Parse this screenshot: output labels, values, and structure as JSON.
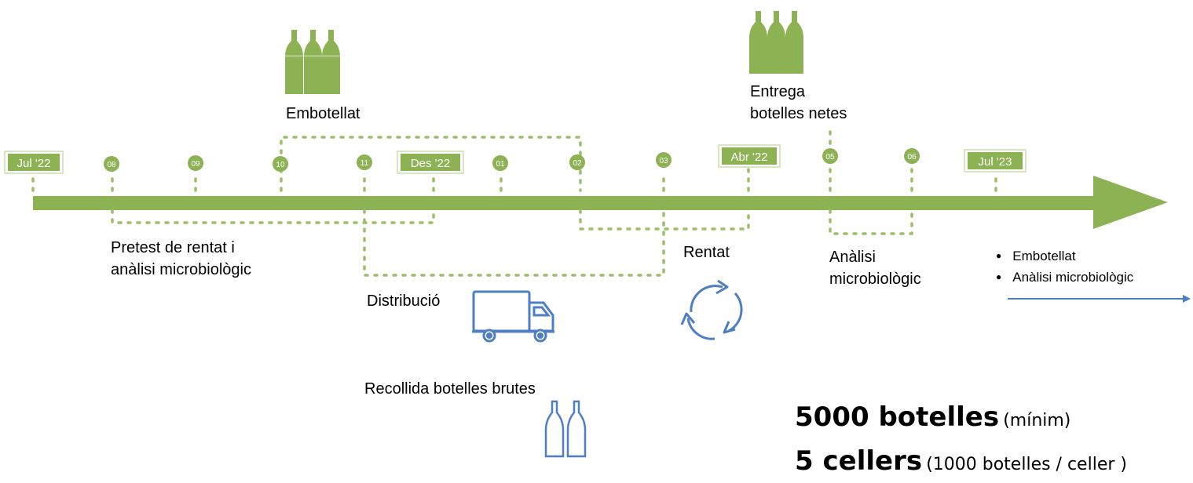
{
  "colors": {
    "timeline_green": "#8db253",
    "dotted_green": "#9bbf6a",
    "icon_blue": "#4e7fc4",
    "arrow_blue": "#4a7fc1"
  },
  "timeline": {
    "major_labels": [
      "Jul '22",
      "Des '22",
      "Abr '22",
      "Jul '23"
    ],
    "month_dots": [
      "08",
      "09",
      "10",
      "11",
      "01",
      "02",
      "03",
      "05",
      "06"
    ]
  },
  "phases": {
    "embotellat_top": "Embotellat",
    "entrega_line1": "Entrega",
    "entrega_line2": "botelles netes",
    "pretest_line1": "Pretest de rentat i",
    "pretest_line2": "anàlisi microbiològic",
    "distribucio": "Distribució",
    "rentat": "Rentat",
    "analisi_line1": "Anàlisi",
    "analisi_line2": "microbiològic",
    "recollida": "Recollida botelles brutes"
  },
  "icons": {
    "bottles_top_left": "bottles-icon",
    "bottles_top_right": "bottles-icon",
    "truck": "truck-icon",
    "recycle": "recycle-icon",
    "empty_bottles": "empty-bottles-icon"
  },
  "legend": {
    "items": [
      "Embotellat",
      "Anàlisi microbiològic"
    ]
  },
  "summary": {
    "line1_strong": "5000 botelles",
    "line1_paren": "(mínim)",
    "line2_strong": "5 cellers",
    "line2_paren": "(1000 botelles / celler )"
  }
}
